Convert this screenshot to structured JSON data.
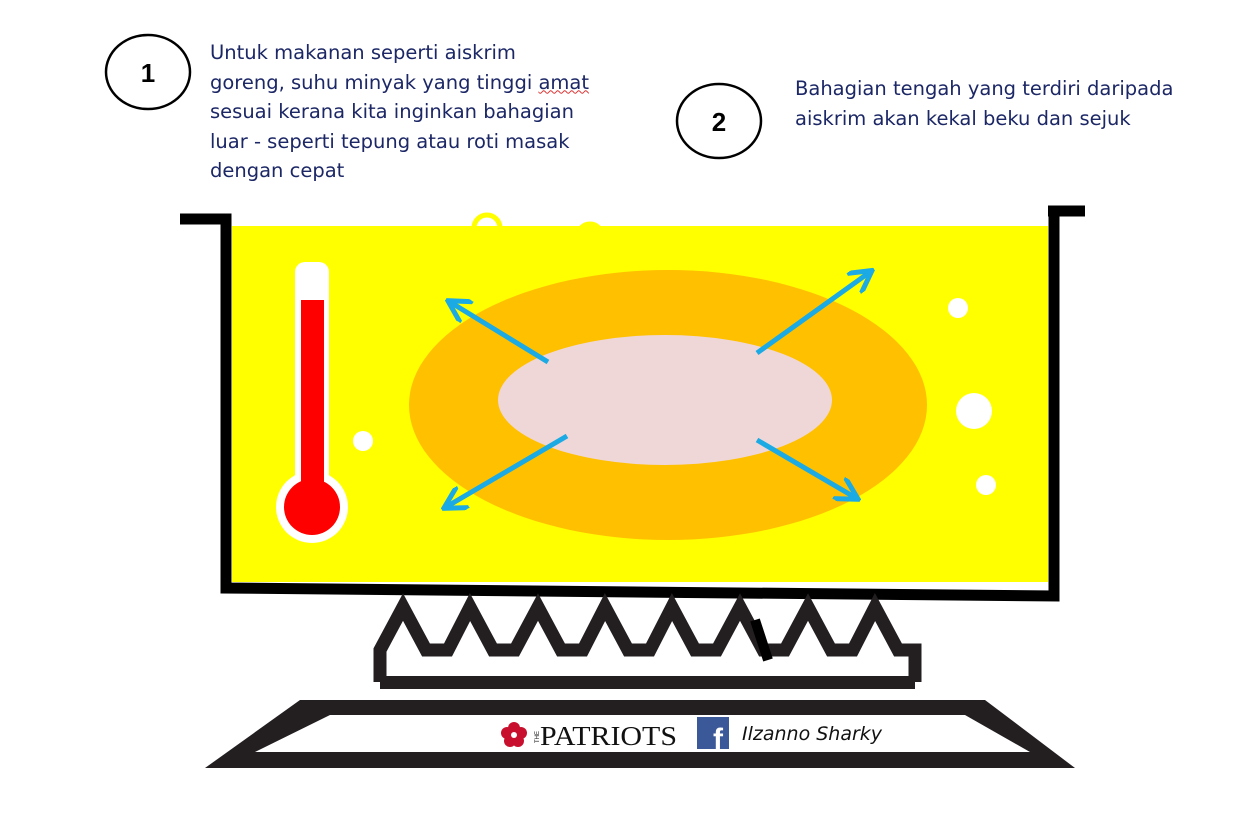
{
  "labels": {
    "one": {
      "number": "1",
      "lines": [
        "Untuk makanan seperti aiskrim",
        "goreng, suhu minyak yang tinggi ",
        "amat",
        "sesuai kerana kita inginkan bahagian",
        "luar - seperti tepung atau roti masak",
        "dengan cepat"
      ]
    },
    "two": {
      "number": "2",
      "lines": [
        "Bahagian tengah yang terdiri daripada",
        "aiskrim akan kekal beku dan sejuk"
      ]
    }
  },
  "footer": {
    "logo_small": "THE",
    "logo_text": "PATRIOTS",
    "facebook_glyph": "f",
    "author": "Ilzanno Sharky"
  },
  "colors": {
    "oil": "#FFFF00",
    "outer_layer": "#FFC000",
    "ice_cream_core": "#EFD7D7",
    "arrow": "#1BAAE3",
    "thermometer": "#FF0000",
    "text": "#1C2766",
    "facebook": "#3B5998"
  }
}
